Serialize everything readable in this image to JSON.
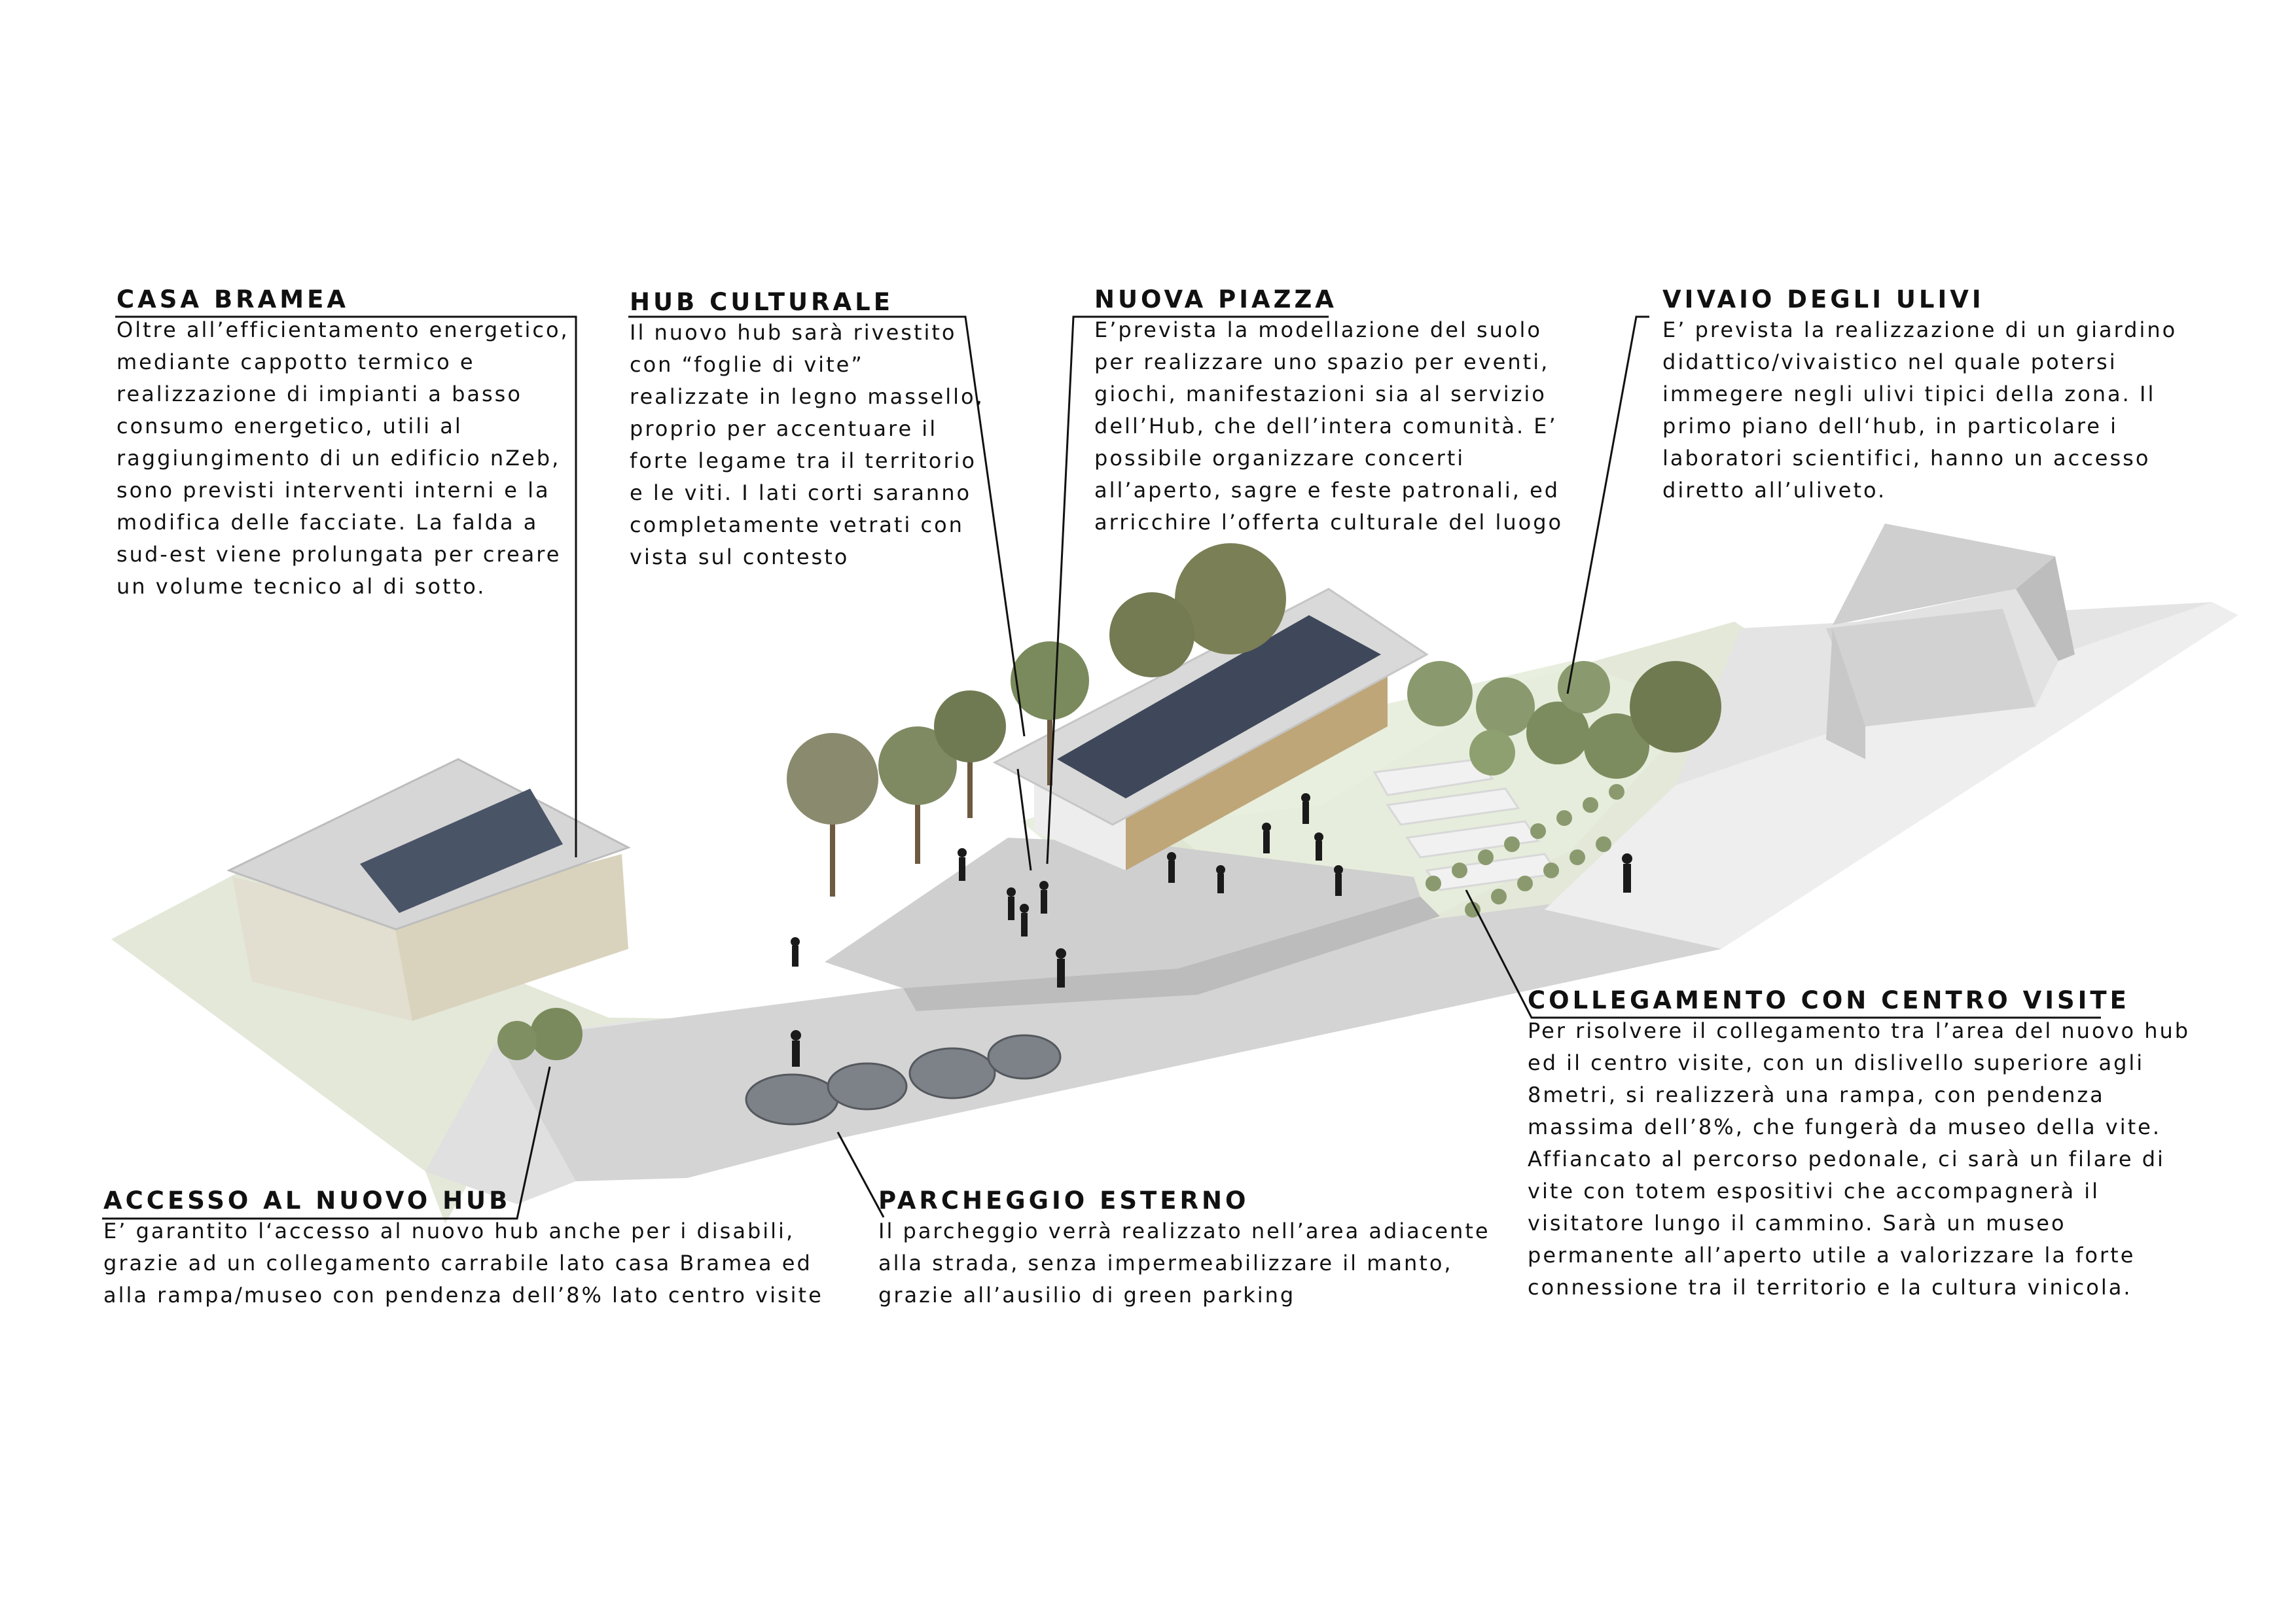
{
  "sections": {
    "casa_bramea": {
      "title": "CASA BRAMEA",
      "lines": [
        "Oltre all’efficientamento energetico,",
        "mediante cappotto termico e",
        "realizzazione di impianti a basso",
        "consumo energetico, utili al",
        "raggiungimento di un edificio nZeb,",
        "sono previsti interventi interni e la",
        "modifica delle facciate. La falda a",
        "sud-est viene prolungata per creare",
        "un volume tecnico al di sotto."
      ]
    },
    "hub_culturale": {
      "title": "HUB CULTURALE",
      "lines": [
        "Il nuovo hub sarà rivestito",
        "con “foglie di vite”",
        "realizzate in legno massello,",
        "proprio per accentuare il",
        "forte legame tra il territorio",
        "e le viti. I lati corti saranno",
        "completamente vetrati con",
        "vista sul contesto"
      ]
    },
    "nuova_piazza": {
      "title": "NUOVA PIAZZA",
      "lines": [
        "E’prevista la modellazione del suolo",
        "per realizzare uno spazio per eventi,",
        "giochi, manifestazioni sia al servizio",
        "dell’Hub, che dell’intera comunità. E’",
        "possibile organizzare concerti",
        "all’aperto, sagre e feste patronali, ed",
        "arricchire l’offerta culturale del luogo"
      ]
    },
    "vivaio_ulivi": {
      "title": "VIVAIO DEGLI ULIVI",
      "lines": [
        "E’ prevista la realizzazione di un giardino",
        "didattico/vivaistico nel quale potersi",
        "immegere negli ulivi tipici della zona. Il",
        "primo piano dell‘hub, in particolare i",
        "laboratori scientifici, hanno un accesso",
        "diretto all’uliveto."
      ]
    },
    "collegamento": {
      "title": "COLLEGAMENTO CON CENTRO VISITE",
      "lines": [
        "Per risolvere il collegamento tra l’area del nuovo hub",
        "ed il centro visite, con un dislivello superiore agli",
        "8metri, si realizzerà una rampa, con pendenza",
        "massima dell’8%, che fungerà da museo della vite.",
        "Affiancato al percorso pedonale, ci sarà un filare di",
        "vite con totem espositivi che accompagnerà il",
        "visitatore lungo il cammino. Sarà un museo",
        "permanente all’aperto utile a valorizzare la forte",
        "connessione tra il territorio e la cultura vinicola."
      ]
    },
    "accesso": {
      "title": "ACCESSO AL NUOVO HUB",
      "lines": [
        "E’ garantito l‘accesso al nuovo hub anche per i disabili,",
        "grazie ad un collegamento carrabile lato casa Bramea ed",
        "alla rampa/museo con pendenza dell’8% lato centro visite"
      ]
    },
    "parcheggio": {
      "title": "PARCHEGGIO ESTERNO",
      "lines": [
        "Il parcheggio verrà realizzato nell’area adiacente",
        "alla strada, senza impermeabilizzare il manto,",
        "grazie all’ausilio di green parking"
      ]
    }
  }
}
